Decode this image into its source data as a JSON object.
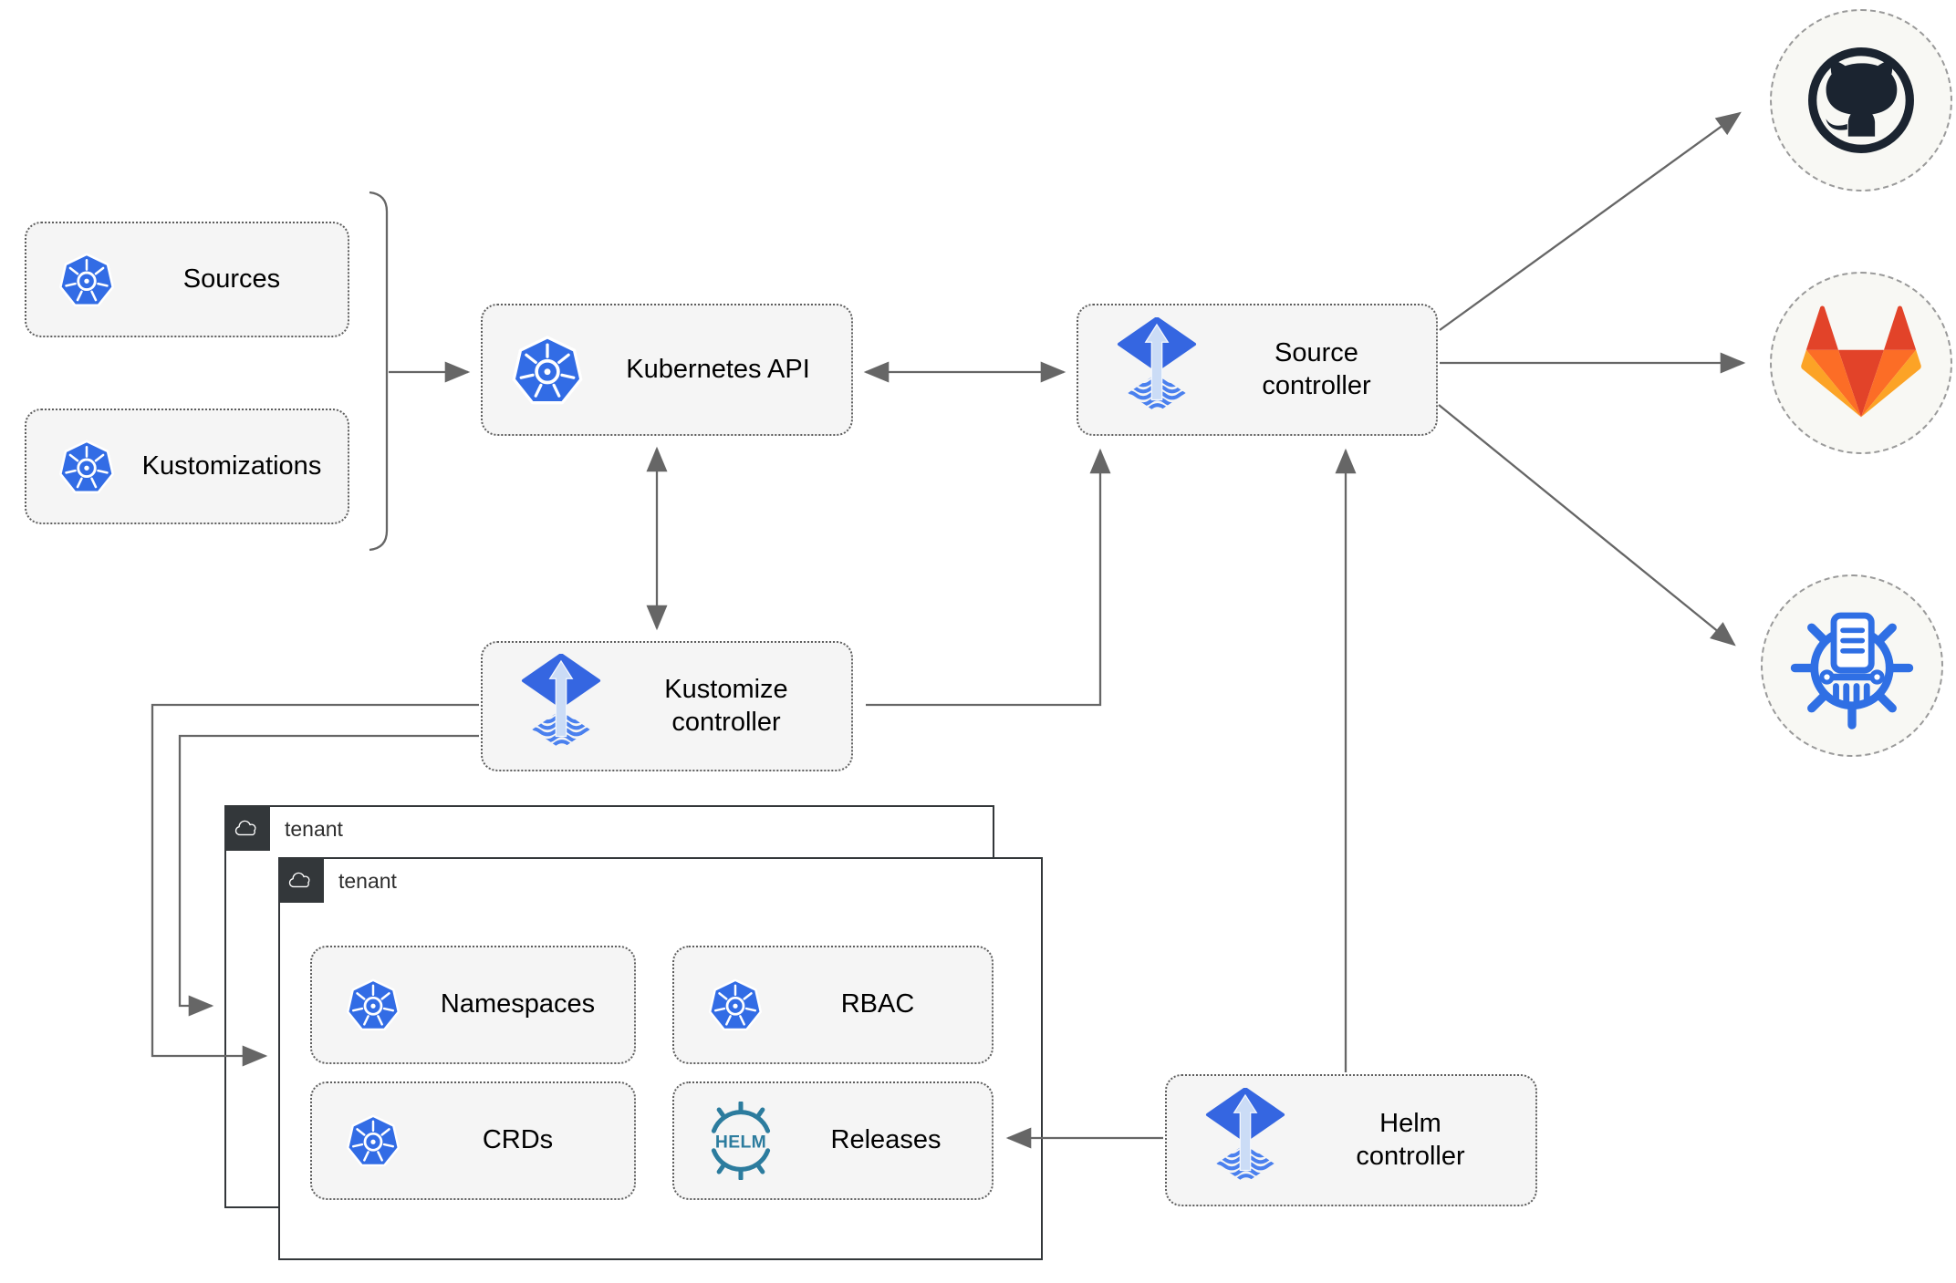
{
  "diagram": {
    "nodes": {
      "sources": {
        "label": "Sources",
        "icon": "kubernetes-icon"
      },
      "kustomizations": {
        "label": "Kustomizations",
        "icon": "kubernetes-icon"
      },
      "kubernetes_api": {
        "label": "Kubernetes API",
        "icon": "kubernetes-icon"
      },
      "source_controller": {
        "label": "Source controller",
        "icon": "flux-icon"
      },
      "kustomize_controller": {
        "label": "Kustomize controller",
        "icon": "flux-icon"
      },
      "helm_controller": {
        "label": "Helm controller",
        "icon": "flux-icon"
      },
      "namespaces": {
        "label": "Namespaces",
        "icon": "kubernetes-icon"
      },
      "rbac": {
        "label": "RBAC",
        "icon": "kubernetes-icon"
      },
      "crds": {
        "label": "CRDs",
        "icon": "kubernetes-icon"
      },
      "releases": {
        "label": "Releases",
        "icon": "helm-icon"
      }
    },
    "tenants": {
      "outer": {
        "label": "tenant",
        "icon": "cloud-icon"
      },
      "inner": {
        "label": "tenant",
        "icon": "cloud-icon"
      }
    },
    "endpoints": {
      "github": {
        "icon": "github-icon"
      },
      "gitlab": {
        "icon": "gitlab-icon"
      },
      "chartmuseum": {
        "icon": "chartmuseum-icon"
      }
    },
    "colors": {
      "kubernetes_blue": "#326ce5",
      "flux_blue": "#3566e1",
      "flux_stripe_blue": "#4a80ee",
      "helm_teal": "#2c7c9e",
      "github_dark": "#1b2430",
      "gitlab_red": "#e24329",
      "gitlab_orange": "#fc6d26",
      "gitlab_amber": "#fca326",
      "chartmuseum_blue": "#2f6fe4",
      "arrow_gray": "#666666",
      "node_background": "#f5f5f5",
      "tenant_border": "#33373a"
    }
  }
}
